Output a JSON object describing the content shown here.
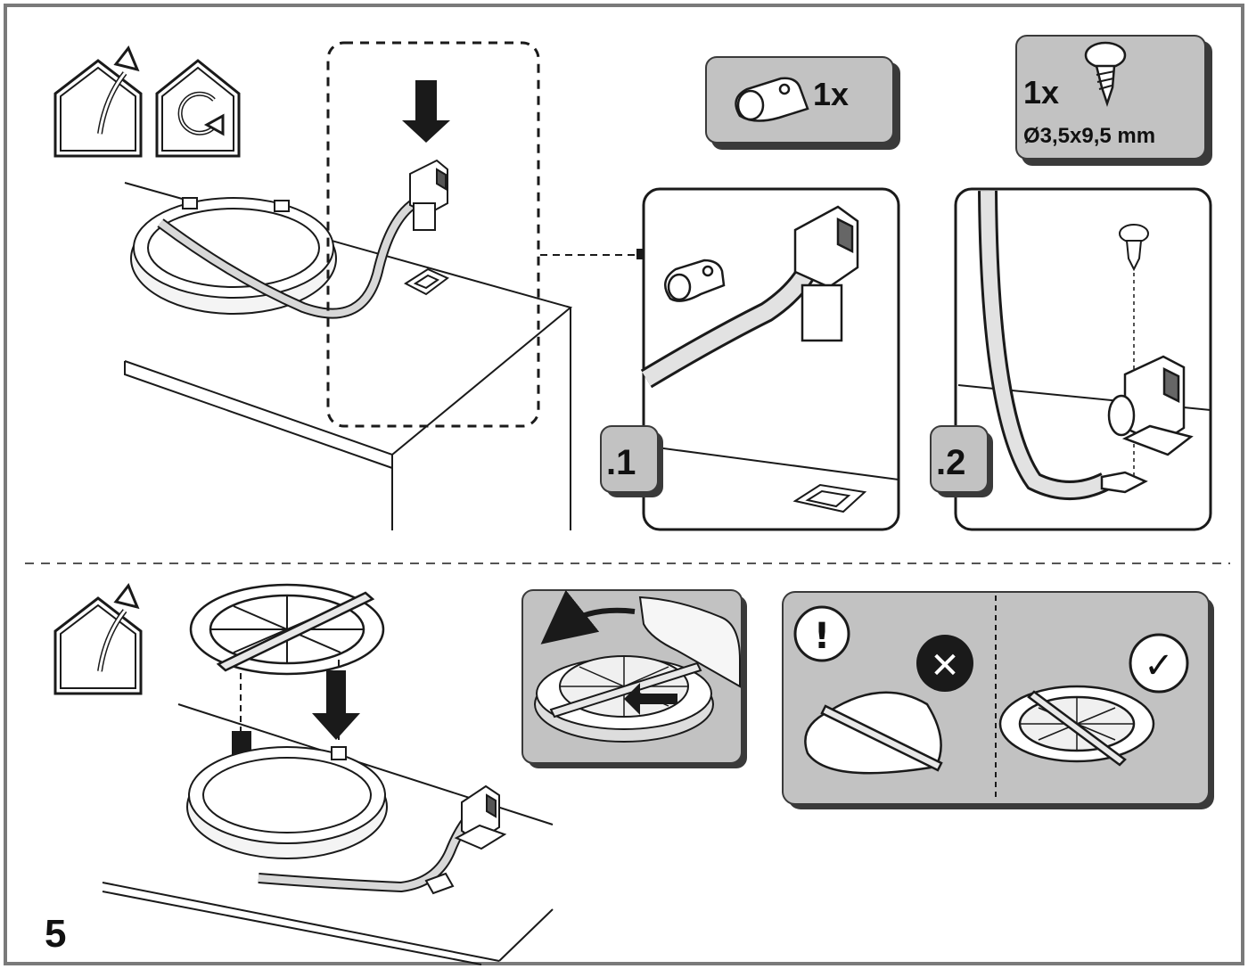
{
  "page": {
    "step_number": "5"
  },
  "top_section": {
    "clip_kit": {
      "quantity": "1x"
    },
    "screw_kit": {
      "quantity": "1x",
      "size": "Ø3,5x9,5 mm"
    },
    "detail_1": {
      "label": ".1"
    },
    "detail_2": {
      "label": ".2"
    }
  },
  "bottom_section": {
    "warning_panel": {
      "warning_symbol": "!",
      "wrong_symbol": "✕",
      "right_symbol": "✓"
    }
  },
  "icons": {
    "exhaust_mode": "house-exhaust-icon",
    "recirculation_mode": "house-recirculation-icon",
    "clip": "cable-clip-icon",
    "screw": "screw-icon",
    "push_arrow": "down-arrow-icon",
    "rotate_arrow": "curved-arrow-icon"
  },
  "colors": {
    "frame": "#7a7a7a",
    "badge_fill": "#c2c2c2",
    "badge_shadow": "#3a3a3a",
    "line": "#1a1a1a"
  }
}
